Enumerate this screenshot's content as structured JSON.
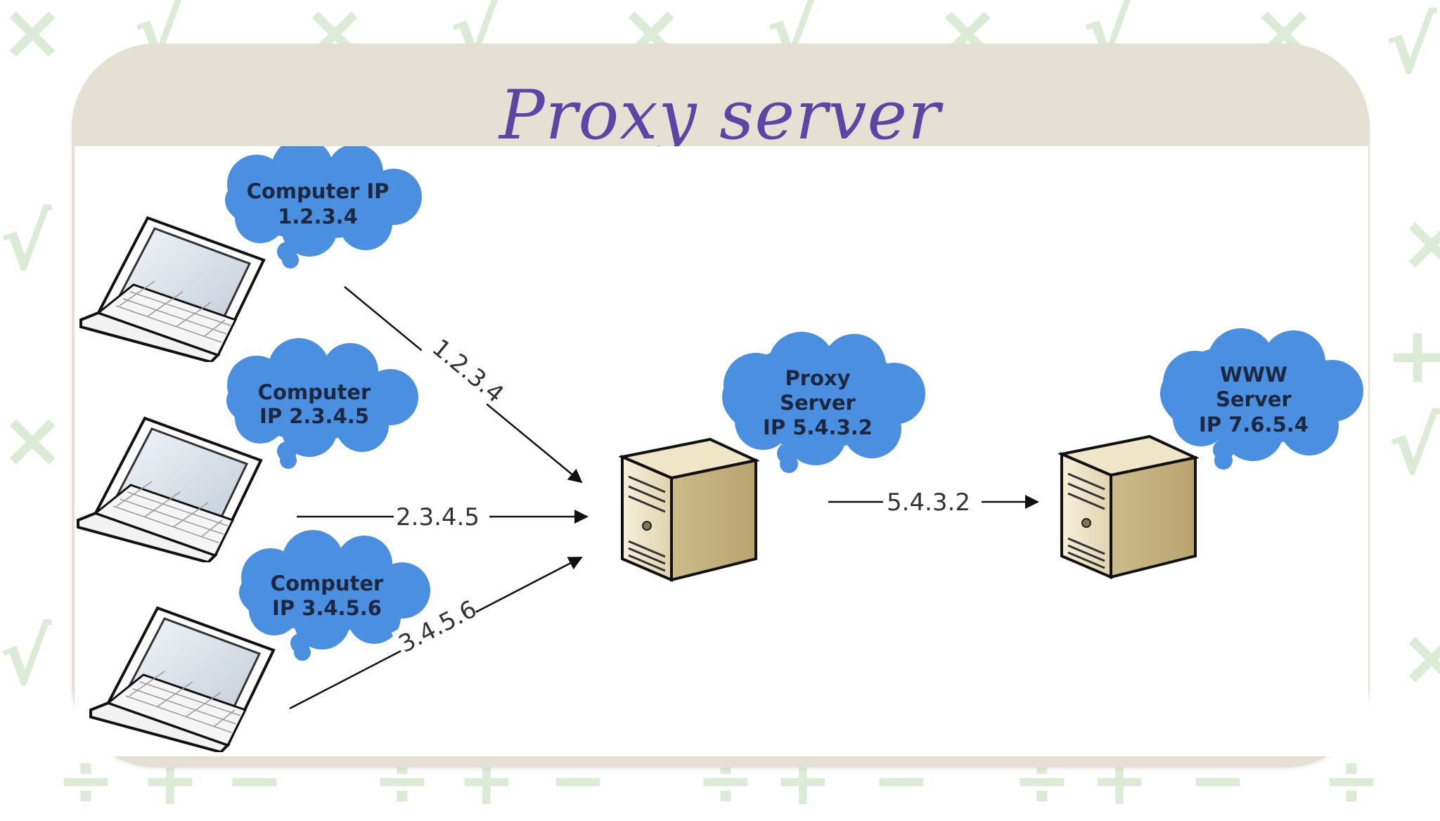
{
  "slide": {
    "title": "Proxy server"
  },
  "diagram": {
    "computers": [
      {
        "label_line1": "Computer IP",
        "label_line2": "1.2.3.4"
      },
      {
        "label_line1": "Computer",
        "label_line2": "IP 2.3.4.5"
      },
      {
        "label_line1": "Computer",
        "label_line2": "IP 3.4.5.6"
      }
    ],
    "proxy": {
      "label_line1": "Proxy",
      "label_line2": "Server",
      "label_line3": "IP 5.4.3.2"
    },
    "www": {
      "label_line1": "WWW",
      "label_line2": "Server",
      "label_line3": "IP 7.6.5.4"
    },
    "flows": {
      "flow1": "1.2.3.4",
      "flow2": "2.3.4.5",
      "flow3": "3.4.5.6",
      "flow4": "5.4.3.2"
    }
  },
  "colors": {
    "title": "#5b46a3",
    "cloud_fill": "#4a8fe0",
    "panel_frame": "#e4e0d3",
    "background_symbols": "#dcebd6"
  }
}
